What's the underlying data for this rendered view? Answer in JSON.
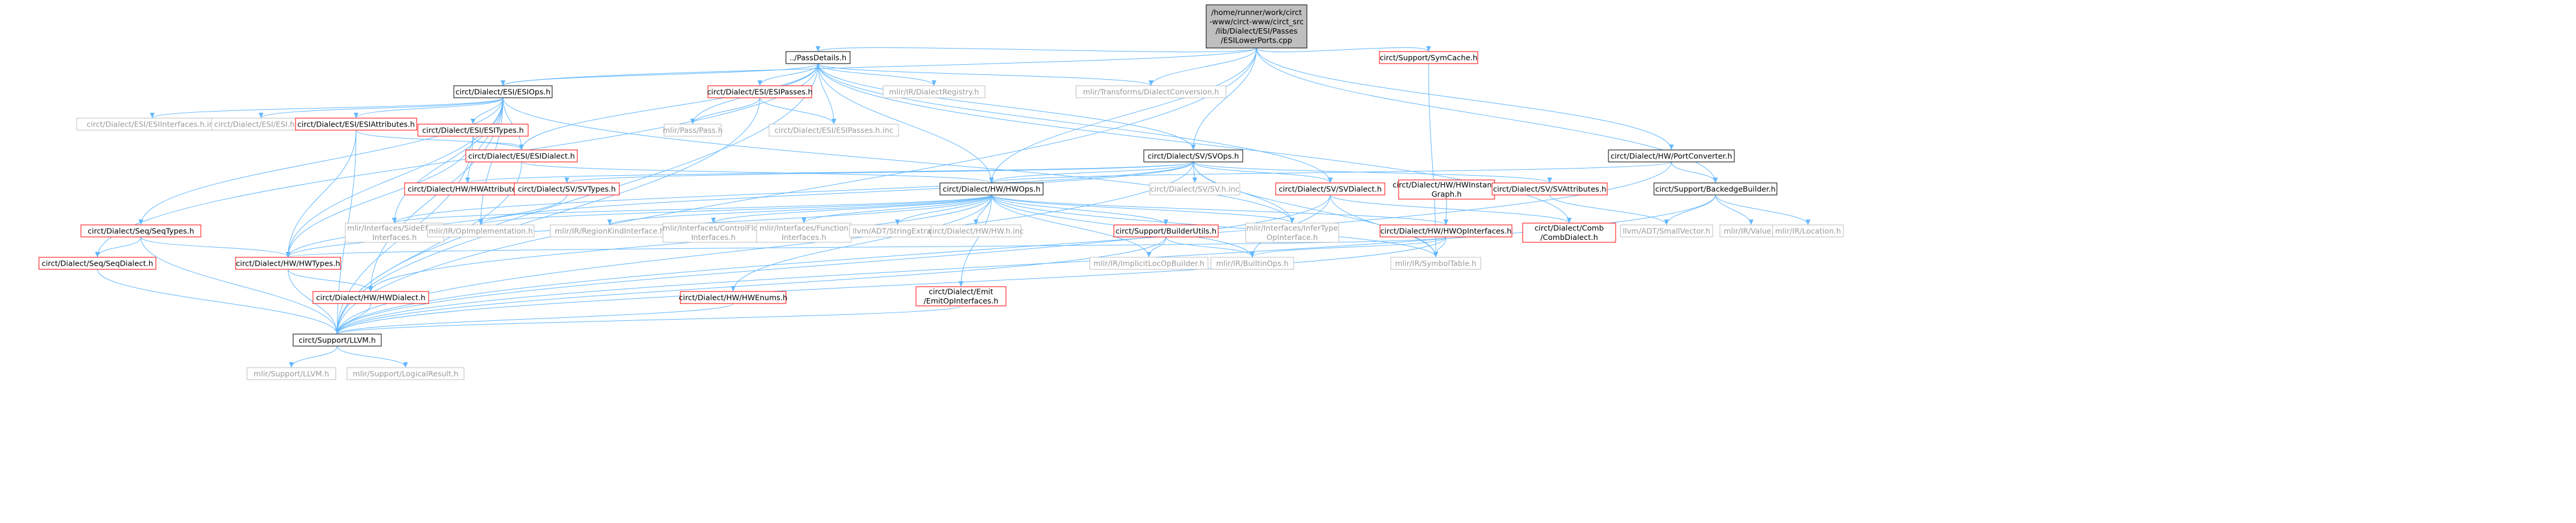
{
  "colors": {
    "edge": "#63b8ff",
    "arrow": "#63b8ff",
    "normal_text": "#000000",
    "normal_border": "#000000",
    "normal_fill": "#ffffff",
    "missing_text": "#9a9a9a",
    "missing_border": "#bfbfbf",
    "missing_fill": "#ffffff",
    "linked_border": "#ff0000",
    "linked_text": "#000000",
    "root_fill": "#bfbfbf",
    "root_border": "#000000"
  },
  "nodes": [
    {
      "id": "root",
      "style": "root",
      "lines": [
        "/home/runner/work/circt",
        "-www/circt-www/circt_src",
        "/lib/Dialect/ESI/Passes",
        "/ESILowerPorts.cpp"
      ]
    },
    {
      "id": "passdetails",
      "style": "normal",
      "lines": [
        "../PassDetails.h"
      ]
    },
    {
      "id": "symcache",
      "style": "linked",
      "lines": [
        "circt/Support/SymCache.h"
      ]
    },
    {
      "id": "portconverter",
      "style": "normal",
      "lines": [
        "circt/Dialect/HW/PortConverter.h"
      ]
    },
    {
      "id": "esiops",
      "style": "normal",
      "lines": [
        "circt/Dialect/ESI/ESIOps.h"
      ]
    },
    {
      "id": "esipasses",
      "style": "linked",
      "lines": [
        "circt/Dialect/ESI/ESIPasses.h"
      ]
    },
    {
      "id": "dialectregistry",
      "style": "missing",
      "lines": [
        "mlir/IR/DialectRegistry.h"
      ]
    },
    {
      "id": "dialectconversion",
      "style": "missing",
      "lines": [
        "mlir/Transforms/DialectConversion.h"
      ]
    },
    {
      "id": "esiinterfacesinc",
      "style": "missing",
      "lines": [
        "circt/Dialect/ESI/ESIInterfaces.h.inc"
      ]
    },
    {
      "id": "esiinc",
      "style": "missing",
      "lines": [
        "circt/Dialect/ESI/ESI.h.inc"
      ]
    },
    {
      "id": "esiattributes",
      "style": "linked",
      "lines": [
        "circt/Dialect/ESI/ESIAttributes.h"
      ]
    },
    {
      "id": "esitypes",
      "style": "linked",
      "lines": [
        "circt/Dialect/ESI/ESITypes.h"
      ]
    },
    {
      "id": "passpass",
      "style": "missing",
      "lines": [
        "mlir/Pass/Pass.h"
      ]
    },
    {
      "id": "esipassesinc",
      "style": "missing",
      "lines": [
        "circt/Dialect/ESI/ESIPasses.h.inc"
      ]
    },
    {
      "id": "esidialect",
      "style": "linked",
      "lines": [
        "circt/Dialect/ESI/ESIDialect.h"
      ]
    },
    {
      "id": "svops",
      "style": "normal",
      "lines": [
        "circt/Dialect/SV/SVOps.h"
      ]
    },
    {
      "id": "backedgebuilder",
      "style": "normal",
      "lines": [
        "circt/Support/BackedgeBuilder.h"
      ]
    },
    {
      "id": "hwattributes",
      "style": "linked",
      "lines": [
        "circt/Dialect/HW/HWAttributes.h"
      ]
    },
    {
      "id": "svtypes",
      "style": "linked",
      "lines": [
        "circt/Dialect/SV/SVTypes.h"
      ]
    },
    {
      "id": "hwops",
      "style": "normal",
      "lines": [
        "circt/Dialect/HW/HWOps.h"
      ]
    },
    {
      "id": "svinc",
      "style": "missing",
      "lines": [
        "circt/Dialect/SV/SV.h.inc"
      ]
    },
    {
      "id": "svdialect",
      "style": "linked",
      "lines": [
        "circt/Dialect/SV/SVDialect.h"
      ]
    },
    {
      "id": "hwinstancegraph",
      "style": "linked",
      "lines": [
        "circt/Dialect/HW/HWInstance",
        "Graph.h"
      ]
    },
    {
      "id": "svattributes",
      "style": "linked",
      "lines": [
        "circt/Dialect/SV/SVAttributes.h"
      ]
    },
    {
      "id": "seqtypes",
      "style": "linked",
      "lines": [
        "circt/Dialect/Seq/SeqTypes.h"
      ]
    },
    {
      "id": "sideeffect",
      "style": "missing",
      "lines": [
        "mlir/Interfaces/SideEffect",
        "Interfaces.h"
      ]
    },
    {
      "id": "opimplementation",
      "style": "missing",
      "lines": [
        "mlir/IR/OpImplementation.h"
      ]
    },
    {
      "id": "regionkind",
      "style": "missing",
      "lines": [
        "mlir/IR/RegionKindInterface.h"
      ]
    },
    {
      "id": "controlflow",
      "style": "missing",
      "lines": [
        "mlir/Interfaces/ControlFlow",
        "Interfaces.h"
      ]
    },
    {
      "id": "functioninterfaces",
      "style": "missing",
      "lines": [
        "mlir/Interfaces/Function",
        "Interfaces.h"
      ]
    },
    {
      "id": "stringextras",
      "style": "missing",
      "lines": [
        "llvm/ADT/StringExtras.h"
      ]
    },
    {
      "id": "hwhinc",
      "style": "missing",
      "lines": [
        "circt/Dialect/HW/HW.h.inc"
      ]
    },
    {
      "id": "builderutils",
      "style": "linked",
      "lines": [
        "circt/Support/BuilderUtils.h"
      ]
    },
    {
      "id": "infertype",
      "style": "missing",
      "lines": [
        "mlir/Interfaces/InferType",
        "OpInterface.h"
      ]
    },
    {
      "id": "hwopinterfaces",
      "style": "linked",
      "lines": [
        "circt/Dialect/HW/HWOpInterfaces.h"
      ]
    },
    {
      "id": "combdialect",
      "style": "linked",
      "lines": [
        "circt/Dialect/Comb",
        "/CombDialect.h"
      ]
    },
    {
      "id": "smallvector",
      "style": "missing",
      "lines": [
        "llvm/ADT/SmallVector.h"
      ]
    },
    {
      "id": "irvalue",
      "style": "missing",
      "lines": [
        "mlir/IR/Value.h"
      ]
    },
    {
      "id": "irlocation",
      "style": "missing",
      "lines": [
        "mlir/IR/Location.h"
      ]
    },
    {
      "id": "seqdialect",
      "style": "linked",
      "lines": [
        "circt/Dialect/Seq/SeqDialect.h"
      ]
    },
    {
      "id": "hwtypes",
      "style": "linked",
      "lines": [
        "circt/Dialect/HW/HWTypes.h"
      ]
    },
    {
      "id": "implicitlocopbuilder",
      "style": "missing",
      "lines": [
        "mlir/IR/ImplicitLocOpBuilder.h"
      ]
    },
    {
      "id": "builtinops",
      "style": "missing",
      "lines": [
        "mlir/IR/BuiltinOps.h"
      ]
    },
    {
      "id": "symboltable",
      "style": "missing",
      "lines": [
        "mlir/IR/SymbolTable.h"
      ]
    },
    {
      "id": "hwdialect",
      "style": "linked",
      "lines": [
        "circt/Dialect/HW/HWDialect.h"
      ]
    },
    {
      "id": "hwenums",
      "style": "linked",
      "lines": [
        "circt/Dialect/HW/HWEnums.h"
      ]
    },
    {
      "id": "emitopinterfaces",
      "style": "linked",
      "lines": [
        "circt/Dialect/Emit",
        "/EmitOpInterfaces.h"
      ]
    },
    {
      "id": "supportllvm",
      "style": "normal",
      "lines": [
        "circt/Support/LLVM.h"
      ]
    },
    {
      "id": "mlirsupportllvm",
      "style": "missing",
      "lines": [
        "mlir/Support/LLVM.h"
      ]
    },
    {
      "id": "logicalresult",
      "style": "missing",
      "lines": [
        "mlir/Support/LogicalResult.h"
      ]
    }
  ],
  "edges": [
    [
      "root",
      "passdetails"
    ],
    [
      "root",
      "symcache"
    ],
    [
      "root",
      "portconverter"
    ],
    [
      "root",
      "esiops"
    ],
    [
      "root",
      "svops"
    ],
    [
      "root",
      "hwops"
    ],
    [
      "root",
      "dialectconversion"
    ],
    [
      "root",
      "backedgebuilder"
    ],
    [
      "root",
      "supportllvm"
    ],
    [
      "passdetails",
      "esiops"
    ],
    [
      "passdetails",
      "esipasses"
    ],
    [
      "passdetails",
      "dialectregistry"
    ],
    [
      "passdetails",
      "dialectconversion"
    ],
    [
      "passdetails",
      "passpass"
    ],
    [
      "passdetails",
      "esipassesinc"
    ],
    [
      "passdetails",
      "esidialect"
    ],
    [
      "passdetails",
      "svops"
    ],
    [
      "passdetails",
      "hwops"
    ],
    [
      "passdetails",
      "svdialect"
    ],
    [
      "passdetails",
      "combdialect"
    ],
    [
      "passdetails",
      "seqdialect"
    ],
    [
      "passdetails",
      "supportllvm"
    ],
    [
      "symcache",
      "symboltable"
    ],
    [
      "portconverter",
      "backedgebuilder"
    ],
    [
      "portconverter",
      "hwops"
    ],
    [
      "portconverter",
      "supportllvm"
    ],
    [
      "esiops",
      "esiinterfacesinc"
    ],
    [
      "esiops",
      "esiinc"
    ],
    [
      "esiops",
      "esiattributes"
    ],
    [
      "esiops",
      "esitypes"
    ],
    [
      "esiops",
      "esidialect"
    ],
    [
      "esiops",
      "hwattributes"
    ],
    [
      "esiops",
      "hwtypes"
    ],
    [
      "esiops",
      "sideeffect"
    ],
    [
      "esiops",
      "opimplementation"
    ],
    [
      "esiops",
      "infertype"
    ],
    [
      "esiops",
      "seqtypes"
    ],
    [
      "esiops",
      "hwdialect"
    ],
    [
      "esipasses",
      "passpass"
    ],
    [
      "esipasses",
      "esipassesinc"
    ],
    [
      "esipasses",
      "supportllvm"
    ],
    [
      "esiattributes",
      "esidialect"
    ],
    [
      "esiattributes",
      "hwtypes"
    ],
    [
      "esiattributes",
      "supportllvm"
    ],
    [
      "esitypes",
      "esidialect"
    ],
    [
      "esitypes",
      "hwtypes"
    ],
    [
      "esitypes",
      "supportllvm"
    ],
    [
      "esidialect",
      "hwops"
    ],
    [
      "esidialect",
      "supportllvm"
    ],
    [
      "svops",
      "svinc"
    ],
    [
      "svops",
      "svdialect"
    ],
    [
      "svops",
      "svattributes"
    ],
    [
      "svops",
      "svtypes"
    ],
    [
      "svops",
      "hwops"
    ],
    [
      "svops",
      "hwattributes"
    ],
    [
      "svops",
      "sideeffect"
    ],
    [
      "svops",
      "opimplementation"
    ],
    [
      "svops",
      "infertype"
    ],
    [
      "svops",
      "symboltable"
    ],
    [
      "svops",
      "supportllvm"
    ],
    [
      "backedgebuilder",
      "smallvector"
    ],
    [
      "backedgebuilder",
      "irvalue"
    ],
    [
      "backedgebuilder",
      "irlocation"
    ],
    [
      "backedgebuilder",
      "supportllvm"
    ],
    [
      "svtypes",
      "hwtypes"
    ],
    [
      "hwops",
      "sideeffect"
    ],
    [
      "hwops",
      "opimplementation"
    ],
    [
      "hwops",
      "regionkind"
    ],
    [
      "hwops",
      "controlflow"
    ],
    [
      "hwops",
      "functioninterfaces"
    ],
    [
      "hwops",
      "stringextras"
    ],
    [
      "hwops",
      "hwhinc"
    ],
    [
      "hwops",
      "builderutils"
    ],
    [
      "hwops",
      "infertype"
    ],
    [
      "hwops",
      "hwopinterfaces"
    ],
    [
      "hwops",
      "hwtypes"
    ],
    [
      "hwops",
      "hwdialect"
    ],
    [
      "hwops",
      "hwenums"
    ],
    [
      "hwops",
      "emitopinterfaces"
    ],
    [
      "hwops",
      "implicitlocopbuilder"
    ],
    [
      "hwops",
      "builtinops"
    ],
    [
      "hwops",
      "symboltable"
    ],
    [
      "svdialect",
      "combdialect"
    ],
    [
      "svdialect",
      "builtinops"
    ],
    [
      "svdialect",
      "symboltable"
    ],
    [
      "svdialect",
      "supportllvm"
    ],
    [
      "hwinstancegraph",
      "hwopinterfaces"
    ],
    [
      "svattributes",
      "smallvector"
    ],
    [
      "seqtypes",
      "hwtypes"
    ],
    [
      "seqtypes",
      "seqdialect"
    ],
    [
      "seqtypes",
      "supportllvm"
    ],
    [
      "builderutils",
      "implicitlocopbuilder"
    ],
    [
      "builderutils",
      "builtinops"
    ],
    [
      "builderutils",
      "supportllvm"
    ],
    [
      "hwopinterfaces",
      "hwtypes"
    ],
    [
      "hwopinterfaces",
      "symboltable"
    ],
    [
      "hwopinterfaces",
      "builtinops"
    ],
    [
      "hwopinterfaces",
      "supportllvm"
    ],
    [
      "seqdialect",
      "supportllvm"
    ],
    [
      "hwtypes",
      "hwdialect"
    ],
    [
      "hwtypes",
      "supportllvm"
    ],
    [
      "hwdialect",
      "supportllvm"
    ],
    [
      "hwenums",
      "supportllvm"
    ],
    [
      "emitopinterfaces",
      "supportllvm"
    ],
    [
      "supportllvm",
      "mlirsupportllvm"
    ],
    [
      "supportllvm",
      "logicalresult"
    ]
  ]
}
